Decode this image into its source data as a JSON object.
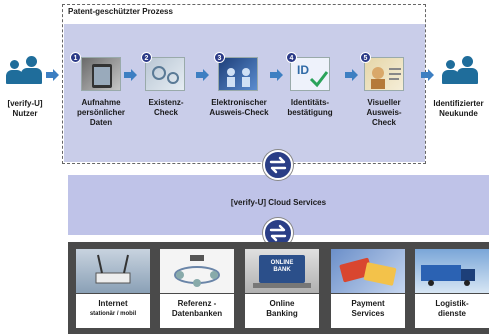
{
  "process": {
    "title": "Patent-geschützter Prozess"
  },
  "actors": {
    "left_label_1": "[verify-U]",
    "left_label_2": "Nutzer",
    "right_label_1": "Identifizierter",
    "right_label_2": "Neukunde"
  },
  "steps": [
    {
      "number": "1",
      "line1": "Aufnahme",
      "line2": "persönlicher",
      "line3": "Daten"
    },
    {
      "number": "2",
      "line1": "Existenz-",
      "line2": "Check",
      "line3": ""
    },
    {
      "number": "3",
      "line1": "Elektronischer",
      "line2": "Ausweis-Check",
      "line3": ""
    },
    {
      "number": "4",
      "line1": "Identitäts-",
      "line2": "bestätigung",
      "line3": "",
      "tile_text": "ID"
    },
    {
      "number": "5",
      "line1": "Visueller",
      "line2": "Ausweis-",
      "line3": "Check"
    }
  ],
  "cloud": {
    "label": "[verify-U] Cloud Services"
  },
  "services": [
    {
      "line1": "Internet",
      "line2": "stationär / mobil"
    },
    {
      "line1": "Referenz -",
      "line2": "Datenbanken"
    },
    {
      "line1": "Online",
      "line2": "Banking",
      "tile_text": "ONLINE BANK"
    },
    {
      "line1": "Payment",
      "line2": "Services"
    },
    {
      "line1": "Logistik-",
      "line2": "dienste"
    }
  ],
  "colors": {
    "accent": "#2b3a87",
    "person": "#1f6d9b",
    "process_bg": "#c9cde9",
    "cloud_bg": "#bfc3e8",
    "bottom_bg": "#4a4a4a",
    "arrow": "#3d7fc2"
  },
  "icons": {
    "actor": "people-group-icon",
    "flow_arrow": "chevron-right-arrow-icon",
    "exchange": "exchange-arrows-icon",
    "check": "checkmark-icon"
  }
}
